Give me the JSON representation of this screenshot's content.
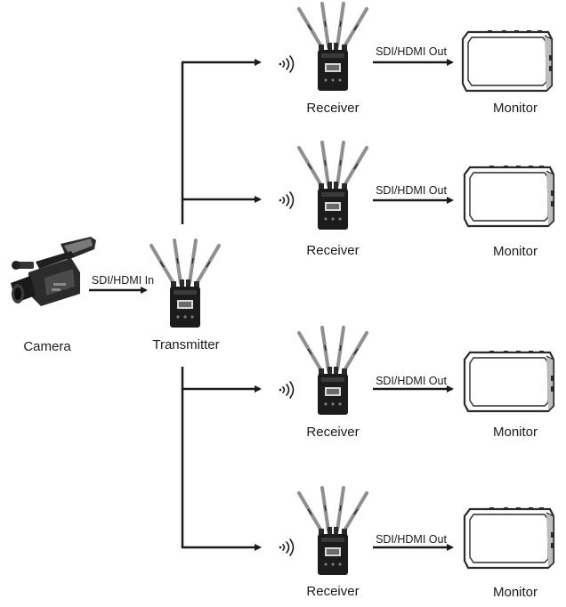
{
  "camera": {
    "label": "Camera",
    "icon": "video-camera-icon"
  },
  "transmitter": {
    "label": "Transmitter",
    "input_label": "SDI/HDMI In",
    "icon": "wireless-transmitter-icon"
  },
  "receivers": [
    {
      "label": "Receiver",
      "output_label": "SDI/HDMI Out",
      "monitor_label": "Monitor"
    },
    {
      "label": "Receiver",
      "output_label": "SDI/HDMI Out",
      "monitor_label": "Monitor"
    },
    {
      "label": "Receiver",
      "output_label": "SDI/HDMI Out",
      "monitor_label": "Monitor"
    },
    {
      "label": "Receiver",
      "output_label": "SDI/HDMI Out",
      "monitor_label": "Monitor"
    }
  ],
  "colors": {
    "line": "#1a1a1a",
    "device_body": "#1c1c1c",
    "antenna": "#9a9a9a",
    "screen_bezel": "#2a2a2a",
    "screen": "#ffffff"
  }
}
